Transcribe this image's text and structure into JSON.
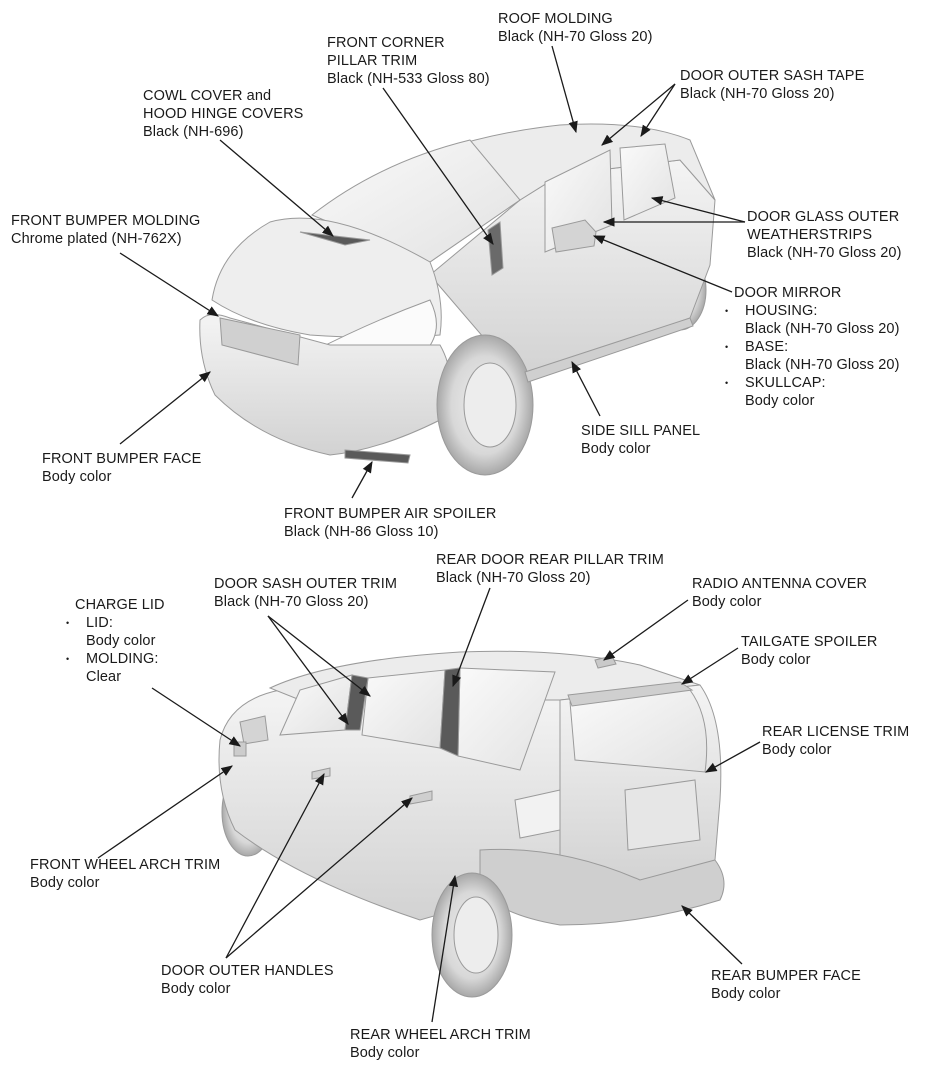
{
  "labels": {
    "roof_molding": {
      "name": "ROOF MOLDING",
      "color": "Black (NH-70 Gloss 20)"
    },
    "front_corner_pillar_trim": {
      "name1": "FRONT CORNER",
      "name2": "PILLAR TRIM",
      "color": "Black (NH-533 Gloss 80)"
    },
    "door_outer_sash_tape": {
      "name": "DOOR OUTER SASH TAPE",
      "color": "Black (NH-70 Gloss 20)"
    },
    "cowl_cover": {
      "name1": "COWL COVER and",
      "name2": "HOOD HINGE COVERS",
      "color": "Black (NH-696)"
    },
    "front_bumper_molding": {
      "name": "FRONT BUMPER MOLDING",
      "color": "Chrome plated (NH-762X)"
    },
    "door_glass_outer_weatherstrips": {
      "name1": "DOOR GLASS OUTER",
      "name2": "WEATHERSTRIPS",
      "color": "Black (NH-70 Gloss 20)"
    },
    "door_mirror": {
      "name": "DOOR MIRROR",
      "housing": "HOUSING:",
      "housing_color": "Black (NH-70 Gloss 20)",
      "base": "BASE:",
      "base_color": "Black (NH-70 Gloss 20)",
      "skullcap": "SKULLCAP:",
      "skullcap_color": "Body color"
    },
    "side_sill_panel": {
      "name": "SIDE SILL PANEL",
      "color": "Body color"
    },
    "front_bumper_face": {
      "name": "FRONT BUMPER FACE",
      "color": "Body color"
    },
    "front_bumper_air_spoiler": {
      "name": "FRONT BUMPER AIR SPOILER",
      "color": "Black (NH-86 Gloss 10)"
    },
    "rear_door_rear_pillar_trim": {
      "name": "REAR DOOR REAR PILLAR TRIM",
      "color": "Black (NH-70 Gloss 20)"
    },
    "door_sash_outer_trim": {
      "name": "DOOR SASH OUTER TRIM",
      "color": "Black (NH-70 Gloss 20)"
    },
    "radio_antenna_cover": {
      "name": "RADIO ANTENNA COVER",
      "color": "Body color"
    },
    "charge_lid": {
      "name": "CHARGE LID",
      "lid": "LID:",
      "lid_color": "Body color",
      "molding": "MOLDING:",
      "molding_color": "Clear"
    },
    "tailgate_spoiler": {
      "name": "TAILGATE SPOILER",
      "color": "Body color"
    },
    "rear_license_trim": {
      "name": "REAR LICENSE TRIM",
      "color": "Body color"
    },
    "front_wheel_arch_trim": {
      "name": "FRONT WHEEL ARCH TRIM",
      "color": "Body color"
    },
    "door_outer_handles": {
      "name": "DOOR OUTER HANDLES",
      "color": "Body color"
    },
    "rear_bumper_face": {
      "name": "REAR BUMPER FACE",
      "color": "Body color"
    },
    "rear_wheel_arch_trim": {
      "name": "REAR WHEEL ARCH TRIM",
      "color": "Body color"
    }
  },
  "colors": {
    "body": "#e6e6e6",
    "trim": "#4f4f4f",
    "line": "#1a1a1a"
  }
}
